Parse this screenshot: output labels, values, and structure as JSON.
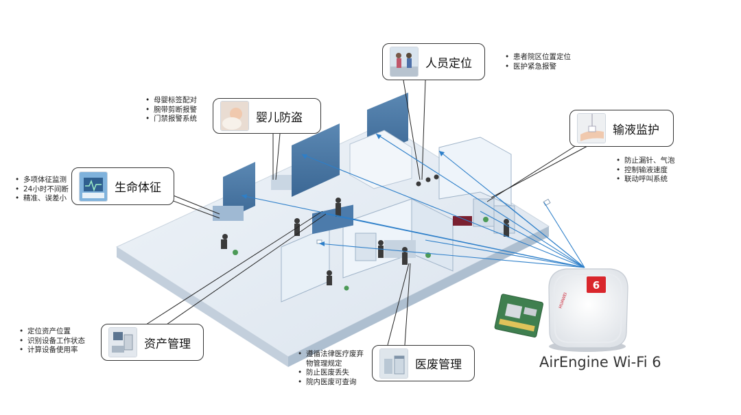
{
  "modules": {
    "personnel": {
      "title": "人员定位",
      "bullets": [
        "患者院区位置定位",
        "医护紧急报警"
      ]
    },
    "infant": {
      "title": "婴儿防盗",
      "bullets": [
        "母婴标签配对",
        "腕带剪断报警",
        "门禁报警系统"
      ]
    },
    "vital": {
      "title": "生命体征",
      "bullets": [
        "多项体征监测",
        "24小时不间断",
        "精准、误差小"
      ]
    },
    "infusion": {
      "title": "输液监护",
      "bullets": [
        "防止漏针、气泡",
        "控制输液速度",
        "联动呼叫系统"
      ]
    },
    "asset": {
      "title": "资产管理",
      "bullets": [
        "定位资产位置",
        "识别设备工作状态",
        "计算设备使用率"
      ]
    },
    "waste": {
      "title": "医废管理",
      "bullets": [
        "遵循法律医疗废弃物管理规定",
        "防止医废丢失",
        "院内医废可查询"
      ]
    }
  },
  "product": {
    "name": "AirEngine Wi-Fi 6",
    "badge": "6"
  },
  "colors": {
    "accent_red": "#d9262c",
    "signal_line": "#2d7fc9",
    "floor": "#dfe7ef"
  }
}
